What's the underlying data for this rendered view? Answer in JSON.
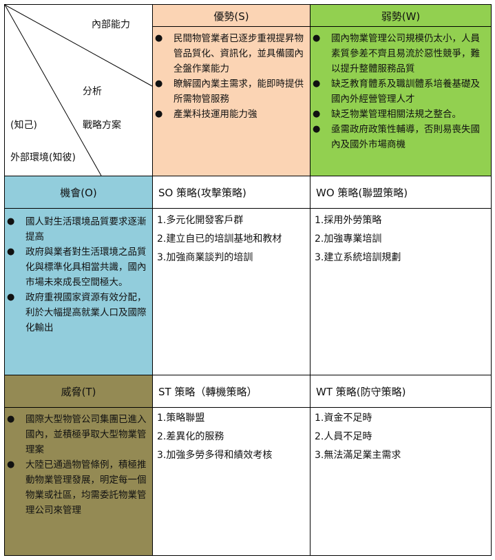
{
  "corner": {
    "internal": "內部能力",
    "analysis": "分析",
    "self": "(知己)",
    "strategy": "戰略方案",
    "external": "外部環境(知彼)"
  },
  "strengths": {
    "title": "優勢(S)",
    "items": [
      "民間物管業者已逐步重視提昇物管品質化、資訊化，並具備國內全盤作業能力",
      "瞭解國內業主需求，能即時提供所需物管服務",
      "產業科技運用能力強"
    ]
  },
  "weaknesses": {
    "title": "弱勢(W)",
    "items": [
      "國內物業管理公司規模仍太小，人員素質參差不齊且易流於惡性競爭，難以提升整體服務品質",
      "缺乏教育體系及職訓體系培養基礎及國內外經營管理人才",
      "缺乏物業管理相關法規之整合。",
      "亟需政府政策性輔導，否則易喪失國內及國外市場商機"
    ]
  },
  "opportunities": {
    "title": "機會(O)",
    "items": [
      "國人對生活環境品質要求逐漸提高",
      "政府與業者對生活環境之品質化與標準化具相當共識，國內市場未來成長空間極大。",
      "政府重視國家資源有效分配，利於大幅提高就業人口及國際化輸出"
    ]
  },
  "threats": {
    "title": "威脅(T)",
    "items": [
      "國際大型物管公司集團已進入國內，並積極爭取大型物業管理案",
      "大陸已通過物管條例，積極推動物業管理發展，明定每一個物業或社區，均需委託物業管理公司來管理"
    ]
  },
  "so": {
    "title": "SO 策略(攻擊策略)",
    "items": [
      "1.多元化開發客戶群",
      "2.建立自已的培訓基地和教材",
      "3.加強商業談判的培訓"
    ]
  },
  "wo": {
    "title": "WO 策略(聯盟策略)",
    "items": [
      "1.採用外勞策略",
      "2.加強專業培訓",
      "3.建立系統培訓規劃"
    ]
  },
  "st": {
    "title": "ST 策略（轉機策略）",
    "items": [
      "1.策略聯盟",
      "2.差異化的服務",
      "3.加強多勞多得和績效考核"
    ]
  },
  "wt": {
    "title": "WT 策略(防守策略)",
    "items": [
      "1.資金不足時",
      "2.人員不足時",
      "3.無法滿足業主需求"
    ]
  },
  "colors": {
    "strength_bg": "#fbd4b4",
    "weakness_bg": "#92d050",
    "opportunity_bg": "#92cddc",
    "threat_bg": "#948a54"
  },
  "bullet_icon": "●"
}
